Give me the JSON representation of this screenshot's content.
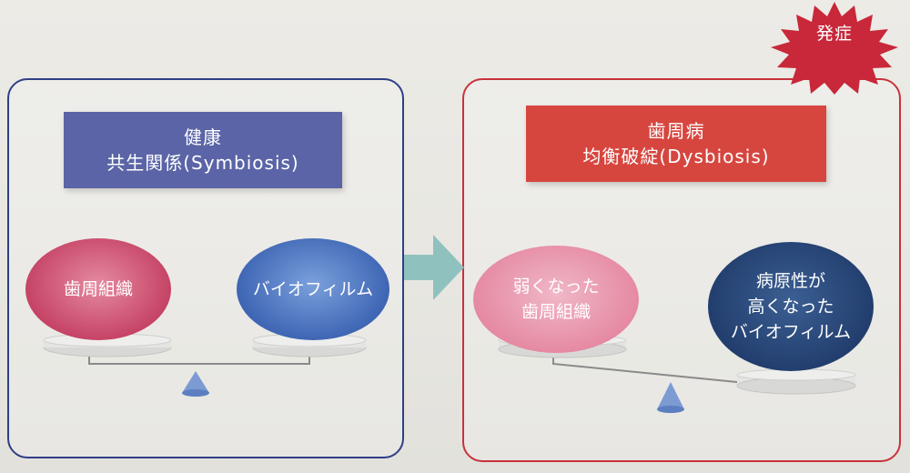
{
  "healthy": {
    "title_line1": "健康",
    "title_line2": "共生関係(Symbiosis)",
    "gum_label": "歯周組織",
    "biofilm_label": "バイオフィルム"
  },
  "disease": {
    "title_line1": "歯周病",
    "title_line2": "均衡破綻(Dysbiosis)",
    "gum_line1": "弱くなった",
    "gum_line2": "歯周組織",
    "biofilm_line1": "病原性が",
    "biofilm_line2": "高くなった",
    "biofilm_line3": "バイオフィルム"
  },
  "onset_badge": "発症",
  "colors": {
    "healthy_border": "#2e3f86",
    "healthy_title_bg": "#5a64a6",
    "disease_border": "#c8323c",
    "disease_title_bg": "#d6463f",
    "gum": "#c64466",
    "weak_gum": "#e58aa2",
    "biofilm": "#3f66b4",
    "pathogenic_biofilm": "#223e6e",
    "arrow": "#8fc2be",
    "burst": "#c8283a"
  },
  "icons": {
    "transition_arrow": "right-arrow-icon",
    "onset_burst": "starburst-icon",
    "scale_fulcrum": "triangle-fulcrum-icon"
  }
}
